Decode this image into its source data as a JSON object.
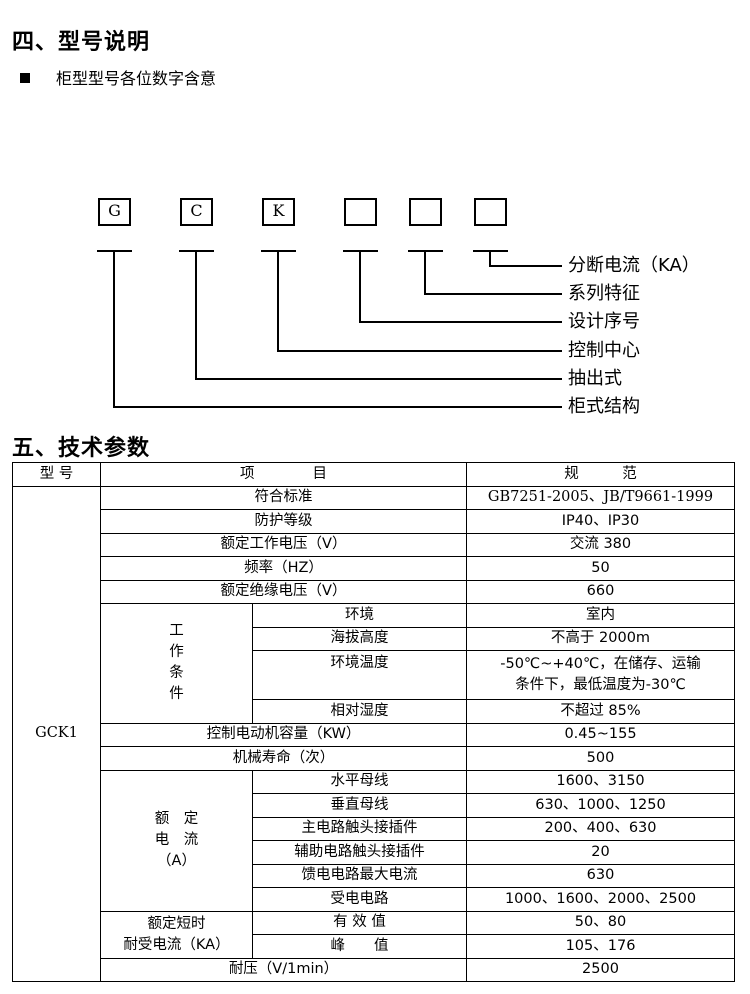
{
  "section4": {
    "title": "四、型号说明",
    "bullet": "柜型型号各位数字含意",
    "boxes": [
      "G",
      "C",
      "K",
      "",
      "",
      ""
    ],
    "labels": [
      "分断电流（KA）",
      "系列特征",
      "设计序号",
      "控制中心",
      "抽出式",
      "柜式结构"
    ]
  },
  "section5": {
    "title": "五、技术参数",
    "headers": {
      "model": "型 号",
      "item": "项　　　　目",
      "spec": "规　　　范"
    },
    "model_value": "GCK1",
    "rows": {
      "std": {
        "item": "符合标准",
        "spec": "GB7251-2005、JB/T9661-1999"
      },
      "ip": {
        "item": "防护等级",
        "spec": "IP40、IP30"
      },
      "voltage": {
        "item": "额定工作电压（V）",
        "spec": "交流 380"
      },
      "freq": {
        "item": "频率（HZ）",
        "spec": "50"
      },
      "insul": {
        "item": "额定绝缘电压（V）",
        "spec": "660"
      },
      "work_group": "工\n作\n条\n件",
      "env": {
        "item": "环境",
        "spec": "室内"
      },
      "alt": {
        "item": "海拔高度",
        "spec": "不高于 2000m"
      },
      "temp": {
        "item": "环境温度",
        "spec": "-50℃~+40℃，在储存、运输\n条件下，最低温度为-30℃"
      },
      "hum": {
        "item": "相对湿度",
        "spec": "不超过 85%"
      },
      "motor": {
        "item": "控制电动机容量（KW）",
        "spec": "0.45~155"
      },
      "life": {
        "item": "机械寿命（次）",
        "spec": "500"
      },
      "rated_group": "额　定\n电　流\n（A）",
      "hbus": {
        "item": "水平母线",
        "spec": "1600、3150"
      },
      "vbus": {
        "item": "垂直母线",
        "spec": "630、1000、1250"
      },
      "main_plug": {
        "item": "主电路触头接插件",
        "spec": "200、400、630"
      },
      "aux_plug": {
        "item": "辅助电路触头接插件",
        "spec": "20"
      },
      "feeder": {
        "item": "馈电电路最大电流",
        "spec": "630"
      },
      "incoming": {
        "item": "受电电路",
        "spec": "1000、1600、2000、2500"
      },
      "short_group": "额定短时\n耐受电流（KA）",
      "rms": {
        "item": "有 效 值",
        "spec": "50、80"
      },
      "peak": {
        "item": "峰　　值",
        "spec": "105、176"
      },
      "withstand": {
        "item": "耐压（V/1min）",
        "spec": "2500"
      }
    }
  }
}
